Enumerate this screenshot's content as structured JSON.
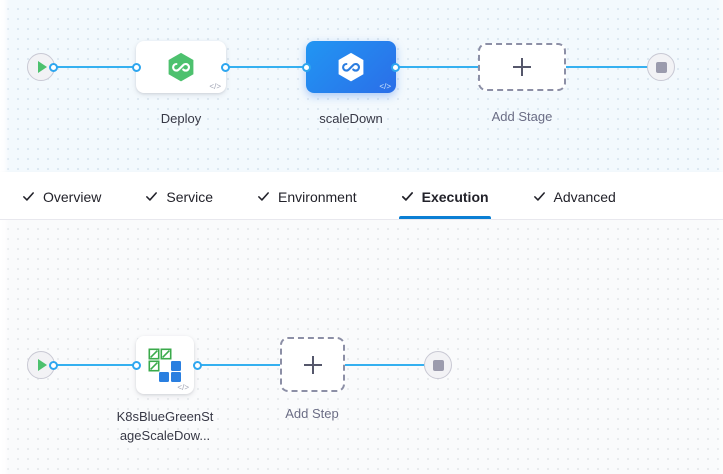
{
  "stage_canvas": {
    "start_node": {
      "icon": "play-icon",
      "name": "pipeline-start"
    },
    "end_node": {
      "icon": "stop-icon",
      "name": "pipeline-end"
    },
    "stages": [
      {
        "label": "Deploy",
        "icon": "harness-hexagon-green-icon",
        "selected": false,
        "code_glyph": "</>"
      },
      {
        "label": "scaleDown",
        "icon": "harness-hexagon-white-icon",
        "selected": true,
        "code_glyph": "</>"
      }
    ],
    "add_stage": {
      "label": "Add Stage",
      "icon": "plus-icon"
    }
  },
  "tabs": {
    "items": [
      {
        "label": "Overview",
        "checked": true,
        "active": false
      },
      {
        "label": "Service",
        "checked": true,
        "active": false
      },
      {
        "label": "Environment",
        "checked": true,
        "active": false
      },
      {
        "label": "Execution",
        "checked": true,
        "active": true
      },
      {
        "label": "Advanced",
        "checked": true,
        "active": false
      }
    ],
    "active_underline_color": "#0b7fd4"
  },
  "step_canvas": {
    "start_node": {
      "icon": "play-icon",
      "name": "execution-start"
    },
    "end_node": {
      "icon": "stop-icon",
      "name": "execution-end"
    },
    "steps": [
      {
        "label_line1": "K8sBlueGreenSt",
        "label_line2": "ageScaleDow...",
        "icon": "k8s-scale-icon",
        "code_glyph": "</>"
      }
    ],
    "add_step": {
      "label": "Add Step",
      "icon": "plus-icon"
    }
  },
  "colors": {
    "connector": "#35b0f0",
    "selected_stage": "#2196f3",
    "harness_green": "#4dc16e",
    "k8s_blue": "#2a7fe0",
    "k8s_green": "#3aaa4b",
    "canvas_stage_bg": "#f3f9fd",
    "canvas_step_bg": "#fafbfc"
  }
}
